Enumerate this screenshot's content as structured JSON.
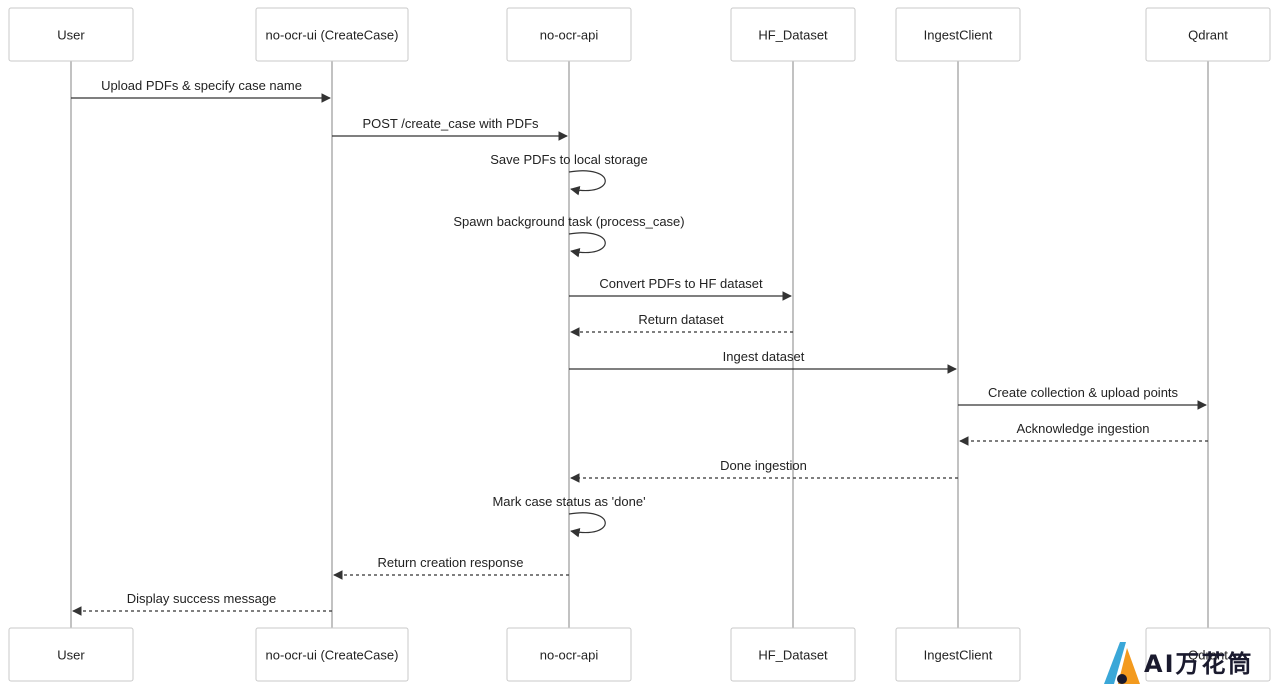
{
  "actors": [
    "User",
    "no-ocr-ui (CreateCase)",
    "no-ocr-api",
    "HF_Dataset",
    "IngestClient",
    "Qdrant"
  ],
  "messages": [
    {
      "from": 0,
      "to": 1,
      "label": "Upload PDFs & specify case name",
      "kind": "solid"
    },
    {
      "from": 1,
      "to": 2,
      "label": "POST /create_case with PDFs",
      "kind": "solid"
    },
    {
      "from": 2,
      "to": 2,
      "label": "Save PDFs to local storage",
      "kind": "self"
    },
    {
      "from": 2,
      "to": 2,
      "label": "Spawn background task (process_case)",
      "kind": "self"
    },
    {
      "from": 2,
      "to": 3,
      "label": "Convert PDFs to HF dataset",
      "kind": "solid"
    },
    {
      "from": 3,
      "to": 2,
      "label": "Return dataset",
      "kind": "dashed"
    },
    {
      "from": 2,
      "to": 4,
      "label": "Ingest dataset",
      "kind": "solid"
    },
    {
      "from": 4,
      "to": 5,
      "label": "Create collection & upload points",
      "kind": "solid"
    },
    {
      "from": 5,
      "to": 4,
      "label": "Acknowledge ingestion",
      "kind": "dashed"
    },
    {
      "from": 4,
      "to": 2,
      "label": "Done ingestion",
      "kind": "dashed"
    },
    {
      "from": 2,
      "to": 2,
      "label": "Mark case status as 'done'",
      "kind": "self"
    },
    {
      "from": 2,
      "to": 1,
      "label": "Return creation response",
      "kind": "dashed"
    },
    {
      "from": 1,
      "to": 0,
      "label": "Display success message",
      "kind": "dashed"
    }
  ],
  "watermark": {
    "text": "AI万花筒",
    "colors": {
      "blue": "#3aa7d8",
      "orange": "#f39a1e",
      "dark": "#1a1a2e"
    }
  }
}
